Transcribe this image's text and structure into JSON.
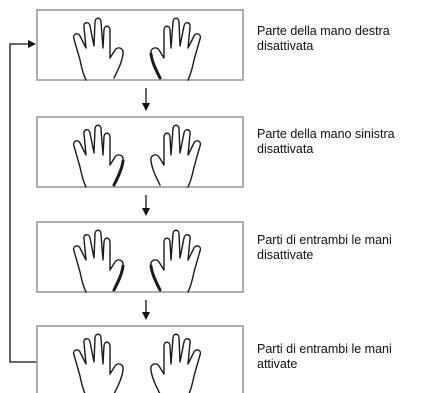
{
  "diagram": {
    "steps": [
      {
        "label_line1": "Parte della mano destra",
        "label_line2": "disattivata",
        "highlight": "right"
      },
      {
        "label_line1": "Parte della mano sinistra",
        "label_line2": "disattivata",
        "highlight": "left"
      },
      {
        "label_line1": "Parti di entrambi le mani",
        "label_line2": "disattivate",
        "highlight": "both"
      },
      {
        "label_line1": "Parti di entrambi le mani",
        "label_line2": "attivate",
        "highlight": "none"
      }
    ]
  },
  "colors": {
    "box_border": "#9a9a9a",
    "hand_stroke": "#1a1a1a",
    "arrow": "#111111"
  },
  "icons": [
    "left-hand-icon",
    "right-hand-icon",
    "down-arrow-icon",
    "loop-back-arrow-icon"
  ]
}
